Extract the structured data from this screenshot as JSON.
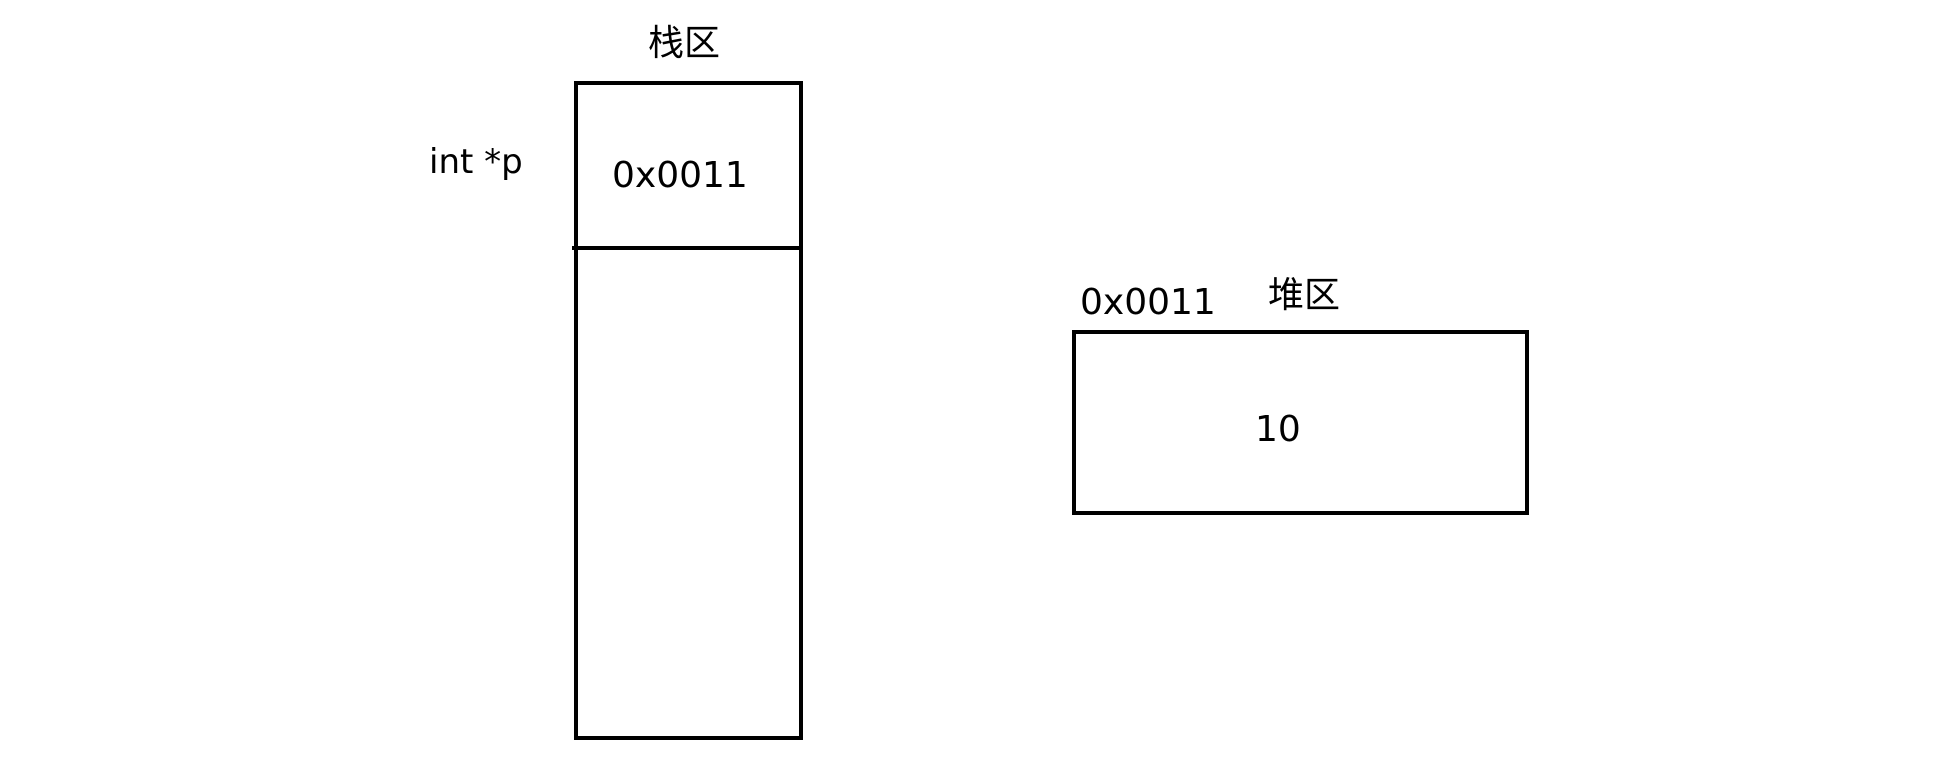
{
  "stack": {
    "title": "栈区",
    "variable_label": "int *p",
    "cell_value": "0x0011"
  },
  "heap": {
    "title": "堆区",
    "address_label": "0x0011",
    "cell_value": "10"
  },
  "colors": {
    "stroke": "#000000",
    "background": "#ffffff"
  }
}
